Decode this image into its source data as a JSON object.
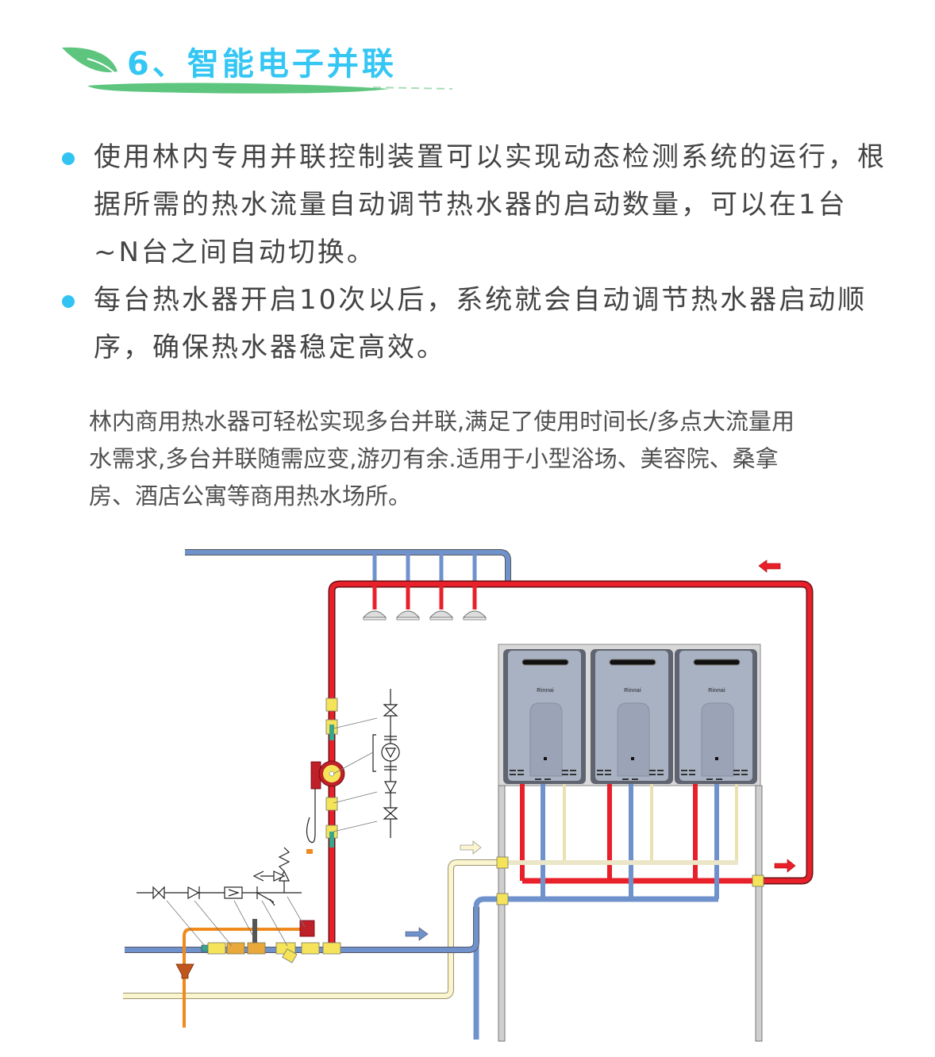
{
  "header": {
    "title": "6、智能电子并联",
    "accent_color": "#34c6f4",
    "leaf_color": "#5dc57e"
  },
  "bullets": [
    {
      "text": "使用林内专用并联控制装置可以实现动态检测系统的运行，根据所需的热水流量自动调节热水器的启动数量，可以在1台~N台之间自动切换。"
    },
    {
      "text": "每台热水器开启10次以后，系统就会自动调节热水器启动顺序，确保热水器稳定高效。"
    }
  ],
  "description": "林内商用热水器可轻松实现多台并联,满足了使用时间长/多点大流量用水需求,多台并联随需应变,游刃有余.适用于小型浴场、美容院、桑拿房、酒店公寓等商用热水场所。",
  "diagram": {
    "heaters": [
      {
        "brand": "Rinnai"
      },
      {
        "brand": "Rinnai"
      },
      {
        "brand": "Rinnai"
      }
    ],
    "colors": {
      "hot_pipe": "#e8202a",
      "cold_pipe": "#7092cc",
      "return_pipe": "#fbf5cf",
      "drain_pipe": "#f08a1c",
      "frame": "#cfcfcf",
      "fitting": "#f5e45a"
    },
    "shower_heads": 4
  }
}
